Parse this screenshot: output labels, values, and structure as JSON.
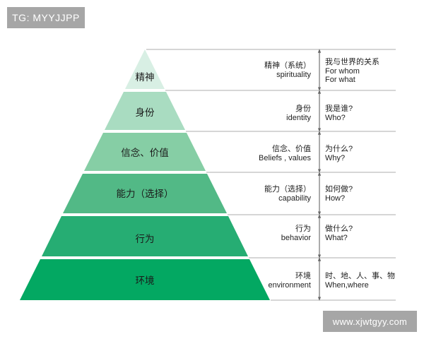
{
  "watermarks": {
    "top_left": "TG: MYYJJPP",
    "bottom_right": "www.xjwtgyy.com"
  },
  "colors": {
    "band1": "#d8efe4",
    "band2": "#a9dcc1",
    "band3": "#86cea5",
    "band4": "#52b986",
    "band5": "#26ad73",
    "band6": "#03a862",
    "gap": "#e8f7ef",
    "line": "#bdbdbd",
    "arrow": "#666666",
    "watermark_bg": "#a6a6a6"
  },
  "levels": [
    {
      "pyramid_label": "精神",
      "mid_cn": "精神（系统）",
      "mid_en": "spirituality",
      "right": [
        "我与世界的关系",
        "For whom",
        "For what"
      ]
    },
    {
      "pyramid_label": "身份",
      "mid_cn": "身份",
      "mid_en": "identity",
      "right": [
        "我是谁?",
        "Who?"
      ]
    },
    {
      "pyramid_label": "信念、价值",
      "mid_cn": "信念、价值",
      "mid_en": "Beliefs , values",
      "right": [
        "为什么?",
        "Why?"
      ]
    },
    {
      "pyramid_label": "能力（选择）",
      "mid_cn": "能力（选择）",
      "mid_en": "capability",
      "right": [
        "如何做?",
        "How?"
      ]
    },
    {
      "pyramid_label": "行为",
      "mid_cn": "行为",
      "mid_en": "behavior",
      "right": [
        "做什么?",
        "What?"
      ]
    },
    {
      "pyramid_label": "环境",
      "mid_cn": "环境",
      "mid_en": "environment",
      "right": [
        "时、地、人、事、物",
        "When,where"
      ]
    }
  ]
}
